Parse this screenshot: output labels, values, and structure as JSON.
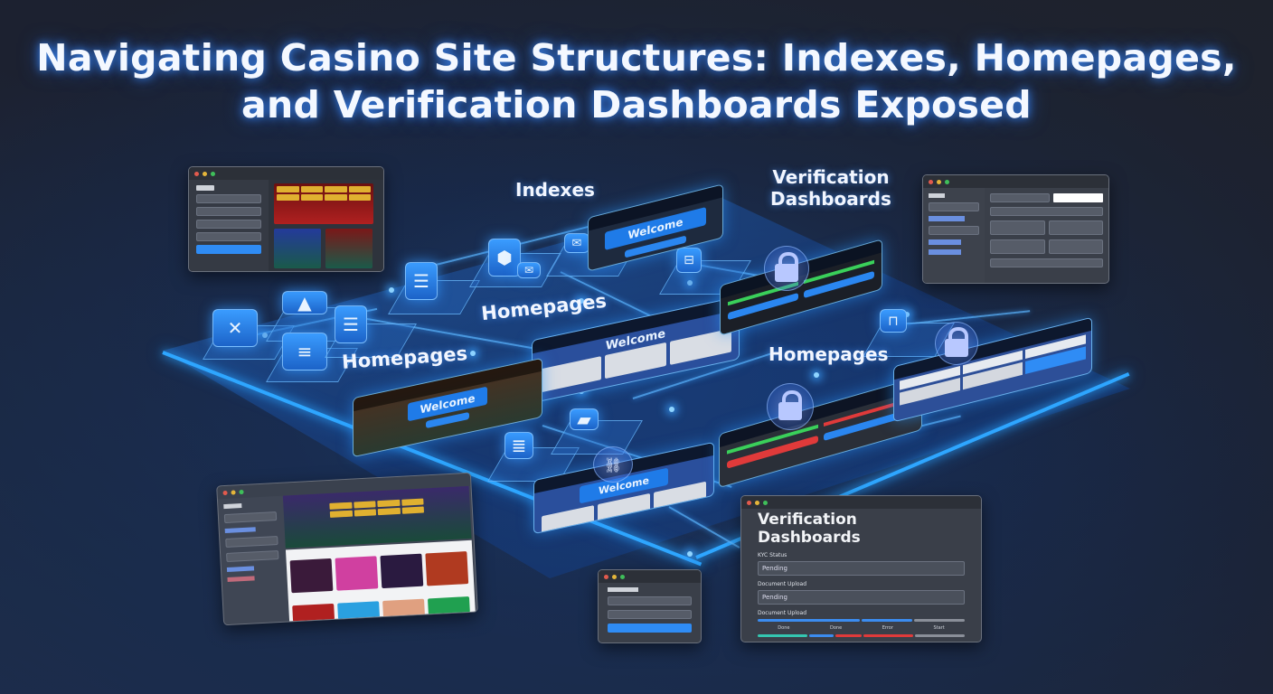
{
  "title": {
    "line1": "Navigating Casino Site Structures: Indexes, Homepages,",
    "line2": "and Verification Dashboards Exposed"
  },
  "labels": {
    "indexes": "Indexes",
    "verification_line1": "Verification",
    "verification_line2": "Dashboards",
    "homepages_center": "Homepages",
    "homepages_left": "Homepages",
    "homepages_right": "Homepages"
  },
  "colors": {
    "accent": "#2ea6ff",
    "primary_button": "#2f8cf5",
    "background_top": "#23262e",
    "background_bottom": "#1c3560",
    "success": "#3ad05a",
    "danger": "#e03a3a"
  },
  "screens": {
    "index_welcome": {
      "heading": "Welcome"
    },
    "center_homepage": {
      "heading": "Welcome"
    },
    "left_homepage": {
      "heading": "Welcome"
    },
    "bottom_homepage": {
      "heading": "Welcome"
    }
  },
  "icons": [
    "cube-icon",
    "mail-icon",
    "database-icon",
    "stack-icon",
    "network-icon",
    "lock-icon",
    "save-icon",
    "server-icon",
    "chain-link-icon"
  ],
  "windows": {
    "top_left_casino": {
      "window_controls": [
        "close",
        "minimize",
        "maximize"
      ]
    },
    "top_right_form": {
      "window_controls": [
        "close",
        "minimize",
        "maximize"
      ]
    },
    "bottom_left_casino": {
      "window_controls": [
        "close",
        "minimize",
        "maximize"
      ]
    },
    "login_mini": {
      "window_controls": [
        "close",
        "minimize",
        "maximize"
      ]
    },
    "verification": {
      "title": "Verification Dashboards",
      "kyc_label": "KYC Status",
      "kyc_value": "Pending",
      "doc_label": "Document Upload",
      "doc_value": "Pending",
      "doc_progress_label": "Document Upload",
      "progress_top": [
        {
          "color": "#3b8cf0",
          "width": 50
        },
        {
          "color": "#3b8cf0",
          "width": 25
        },
        {
          "color": "#8a8f99",
          "width": 25
        }
      ],
      "steps": [
        "Done",
        "Done",
        "Error",
        "Start"
      ],
      "progress_bottom": [
        {
          "color": "#34c6b0",
          "width": 25
        },
        {
          "color": "#3b8cf0",
          "width": 12
        },
        {
          "color": "#e03a3a",
          "width": 13
        },
        {
          "color": "#e03a3a",
          "width": 25
        },
        {
          "color": "#8a8f99",
          "width": 25
        }
      ]
    }
  }
}
